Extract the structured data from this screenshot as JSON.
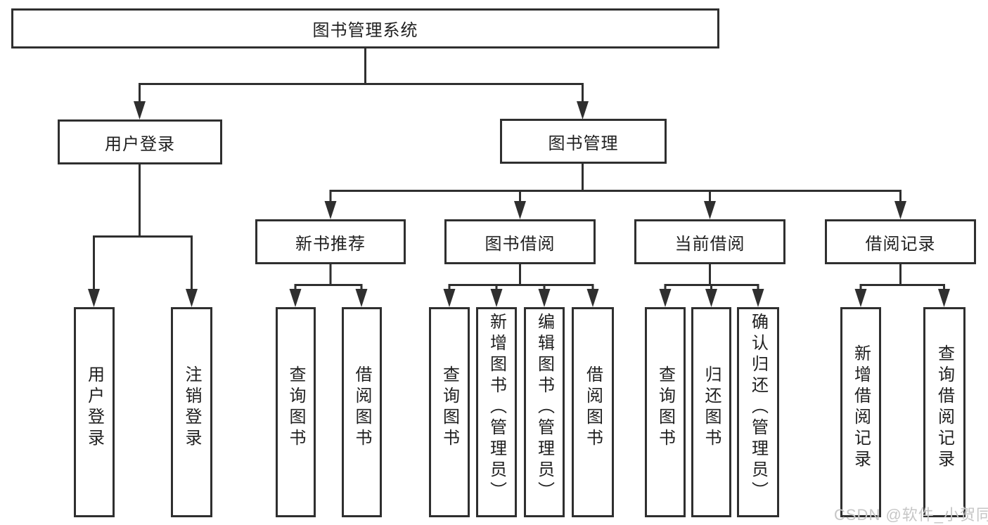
{
  "diagram": {
    "root": {
      "label": "图书管理系统"
    },
    "branches": [
      {
        "label": "用户登录",
        "children": [
          {
            "label": "用户登录"
          },
          {
            "label": "注销登录"
          }
        ]
      },
      {
        "label": "图书管理",
        "children": [
          {
            "label": "新书推荐",
            "children": [
              {
                "label": "查询图书"
              },
              {
                "label": "借阅图书"
              }
            ]
          },
          {
            "label": "图书借阅",
            "children": [
              {
                "label": "查询图书"
              },
              {
                "label": "新增图书（管理员）"
              },
              {
                "label": "编辑图书（管理员）"
              },
              {
                "label": "借阅图书"
              }
            ]
          },
          {
            "label": "当前借阅",
            "children": [
              {
                "label": "查询图书"
              },
              {
                "label": "归还图书"
              },
              {
                "label": "确认归还（管理员）"
              }
            ]
          },
          {
            "label": "借阅记录",
            "children": [
              {
                "label": "新增借阅记录"
              },
              {
                "label": "查询借阅记录"
              }
            ]
          }
        ]
      }
    ]
  },
  "watermark": {
    "text": "CSDN @软件_小贺同学"
  },
  "colors": {
    "line": "#2f2f2f",
    "box_border": "#2f2f2f",
    "text": "#1f1f1f",
    "watermark": "#c6c6c6",
    "background": "#ffffff"
  }
}
